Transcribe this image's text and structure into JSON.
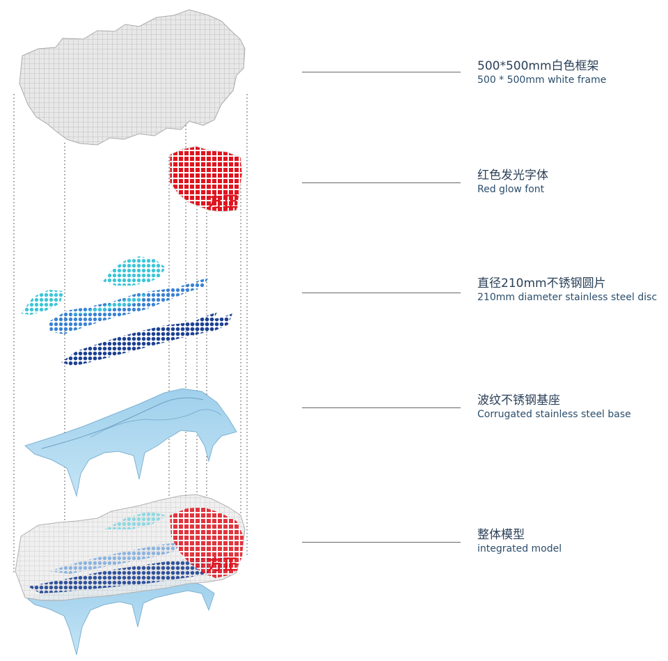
{
  "layers": [
    {
      "cn": "500*500mm白色框架",
      "en": "500 * 500mm white frame"
    },
    {
      "cn": "红色发光字体",
      "en": "Red glow font"
    },
    {
      "cn": "直径210mm不锈钢圆片",
      "en": "210mm diameter stainless steel disc"
    },
    {
      "cn": "波纹不锈钢基座",
      "en": "Corrugated stainless steel base"
    },
    {
      "cn": "整体模型",
      "en": "integrated model"
    }
  ],
  "colors": {
    "frame_fill": "#e6e6e6",
    "frame_grid": "#b9b9b9",
    "red_font": "#e0141e",
    "disc_cyan": "#38c4d6",
    "disc_mid": "#3a7fd0",
    "disc_navy": "#1c3f8f",
    "base_blue": "#a9d6ee",
    "base_stroke": "#6aa4c8",
    "leader_line": "#666666",
    "label_text": "#2a3f57"
  }
}
